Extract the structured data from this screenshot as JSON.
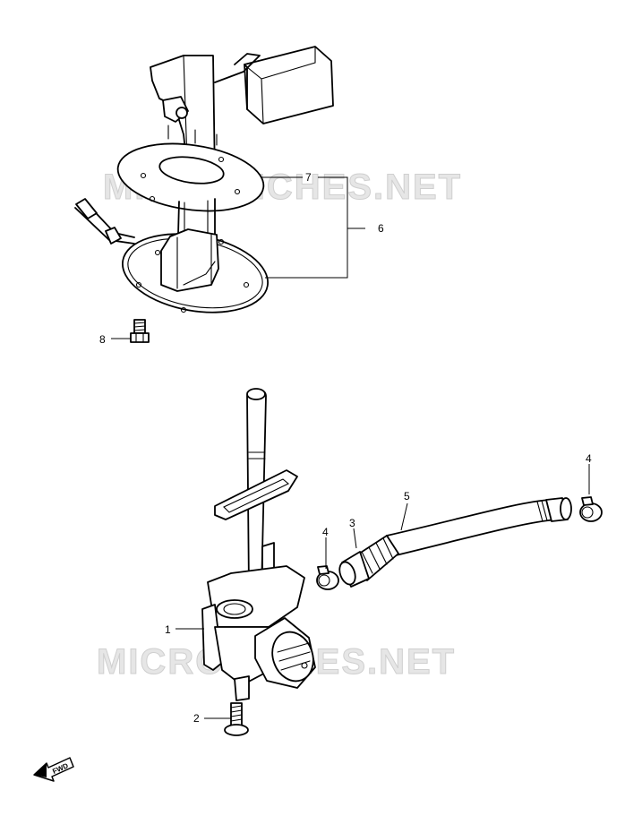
{
  "watermark": {
    "text": "MICROFICHES.NET"
  },
  "callouts": {
    "c1": "1",
    "c2": "2",
    "c3": "3",
    "c4a": "4",
    "c4b": "4",
    "c5": "5",
    "c6": "6",
    "c7": "7",
    "c8": "8"
  },
  "fwd_arrow": {
    "label": "FWD"
  }
}
